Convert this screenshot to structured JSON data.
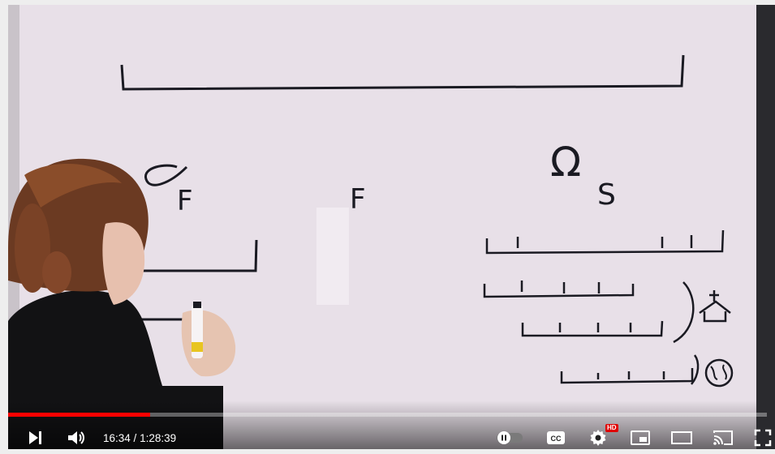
{
  "player": {
    "time_current": "16:34",
    "time_separator": " / ",
    "time_total": "1:28:39",
    "progress_played_fraction": 0.1867,
    "progress_loaded_fraction": 0.1705,
    "hd_badge": "HD"
  },
  "whiteboard": {
    "letter_f_left": "F",
    "letter_f_middle": "F",
    "omega_symbol": "Ω",
    "subscript_s": "S"
  },
  "icons": {
    "next": "next-icon",
    "volume": "volume-icon",
    "autoplay": "autoplay-toggle-icon",
    "captions": "captions-icon",
    "settings": "settings-icon",
    "miniplayer": "miniplayer-icon",
    "theater": "theater-icon",
    "cast": "cast-icon",
    "fullscreen": "fullscreen-icon"
  },
  "colors": {
    "progress_red": "#ff0000",
    "whiteboard": "#e9e2ea"
  }
}
